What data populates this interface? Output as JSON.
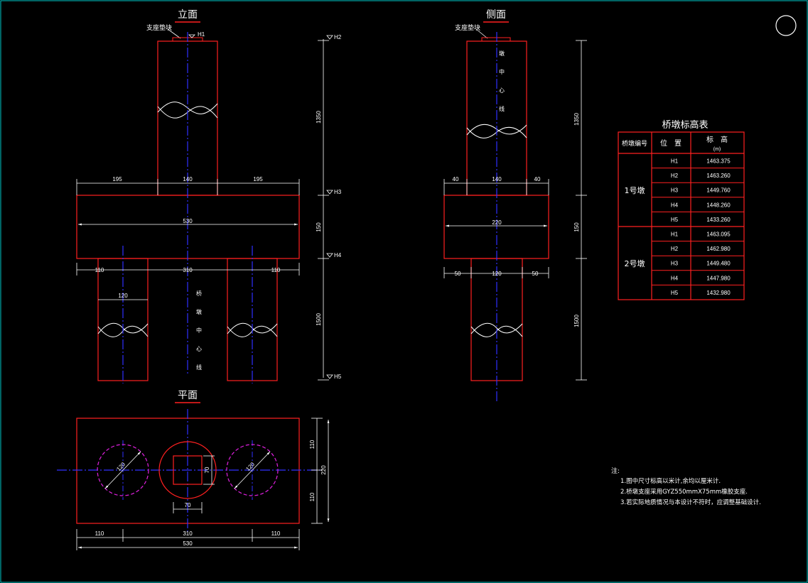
{
  "colors": {
    "background": "#000000",
    "outline": "#ff2020",
    "dimension": "#ffffff",
    "centerline": "#3030ff",
    "circle_dashed": "#e020e0",
    "frame": "#00c8c8",
    "title_underline": "#ff2020"
  },
  "elevation": {
    "title": "立面",
    "bearing_label": "支座垫块",
    "levels": [
      "H1",
      "H2",
      "H3",
      "H4",
      "H5"
    ],
    "dims_top": [
      "195",
      "140",
      "195"
    ],
    "dim_cap_length": "530",
    "dims_bottom": [
      "110",
      "310",
      "110"
    ],
    "dim_pile_dia": "120",
    "vert_dims": [
      "1350",
      "150",
      "1500"
    ],
    "center_note": [
      "桥",
      "墩",
      "中",
      "心",
      "线"
    ]
  },
  "side": {
    "title": "侧面",
    "bearing_label": "支座垫块",
    "dims_top": [
      "40",
      "140",
      "40"
    ],
    "dim_cap_width": "220",
    "dims_bottom": [
      "50",
      "120",
      "50"
    ],
    "vert_dims": [
      "1350",
      "150",
      "1500"
    ],
    "center_note": [
      "墩",
      "中",
      "心",
      "线"
    ]
  },
  "plan": {
    "title": "平面",
    "pile_dia_left": "120",
    "pile_dia_right": "120",
    "column_dim_v": "70",
    "column_dim_h": "70",
    "dims_right": [
      "110",
      "110"
    ],
    "dim_right_total": "220",
    "dims_bottom": [
      "110",
      "310",
      "110"
    ],
    "dim_bottom_total": "530"
  },
  "table": {
    "title": "桥墩标高表",
    "headers": [
      "桥墩编号",
      "位　置",
      "标　高"
    ],
    "unit": "(m)",
    "groups": [
      {
        "pier": "1号墩",
        "rows": [
          {
            "pos": "H1",
            "elev": "1463.375"
          },
          {
            "pos": "H2",
            "elev": "1463.260"
          },
          {
            "pos": "H3",
            "elev": "1449.760"
          },
          {
            "pos": "H4",
            "elev": "1448.260"
          },
          {
            "pos": "H5",
            "elev": "1433.260"
          }
        ]
      },
      {
        "pier": "2号墩",
        "rows": [
          {
            "pos": "H1",
            "elev": "1463.095"
          },
          {
            "pos": "H2",
            "elev": "1462.980"
          },
          {
            "pos": "H3",
            "elev": "1449.480"
          },
          {
            "pos": "H4",
            "elev": "1447.980"
          },
          {
            "pos": "H5",
            "elev": "1432.980"
          }
        ]
      }
    ]
  },
  "notes": {
    "title": "注:",
    "lines": [
      "1.图中尺寸标高以米计,余均以厘米计.",
      "2.桥墩支座采用GYZ550mmX75mm橡胶支座.",
      "3.若实际地质情况与本设计不符时，应调整基础设计."
    ]
  }
}
